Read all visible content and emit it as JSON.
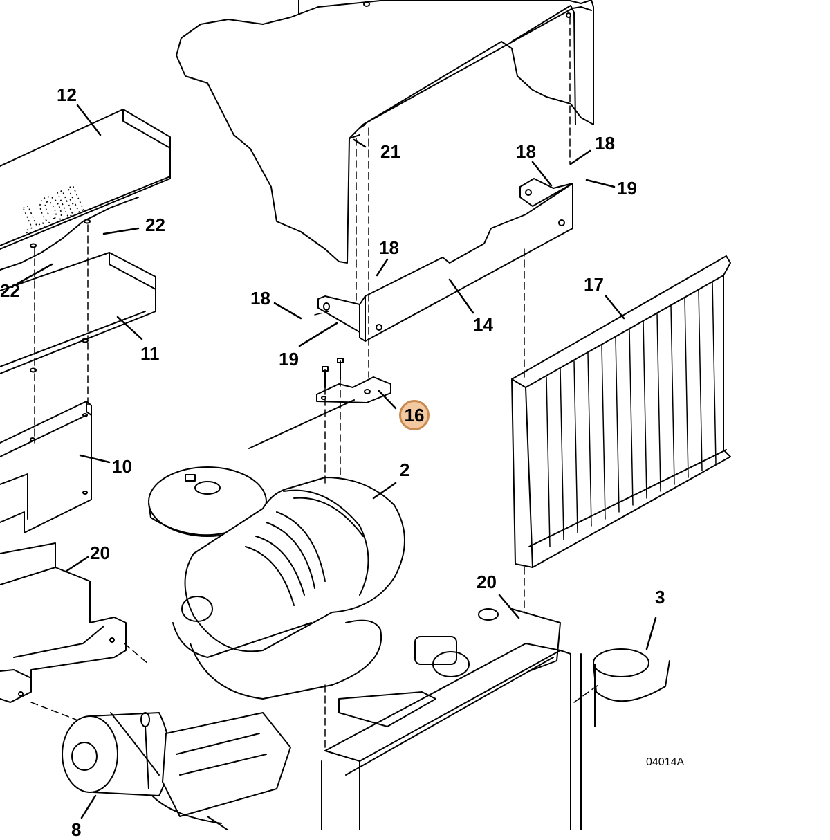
{
  "diagram": {
    "figure_code": "04014A",
    "hot_text": "HOT",
    "callouts": {
      "c12": "12",
      "c22a": "22",
      "c22b": "22",
      "c11": "11",
      "c10": "10",
      "c20a": "20",
      "c20b": "20",
      "c21": "21",
      "c18a": "18",
      "c18b": "18",
      "c18c": "18",
      "c18d": "18",
      "c19a": "19",
      "c19b": "19",
      "c14": "14",
      "c17": "17",
      "c16": "16",
      "c2": "2",
      "c3": "3",
      "c8": "8"
    },
    "highlighted_callout": "16",
    "colors": {
      "line": "#000000",
      "highlight_fill": "#f2c9a0",
      "highlight_border": "#c88a4e"
    }
  }
}
